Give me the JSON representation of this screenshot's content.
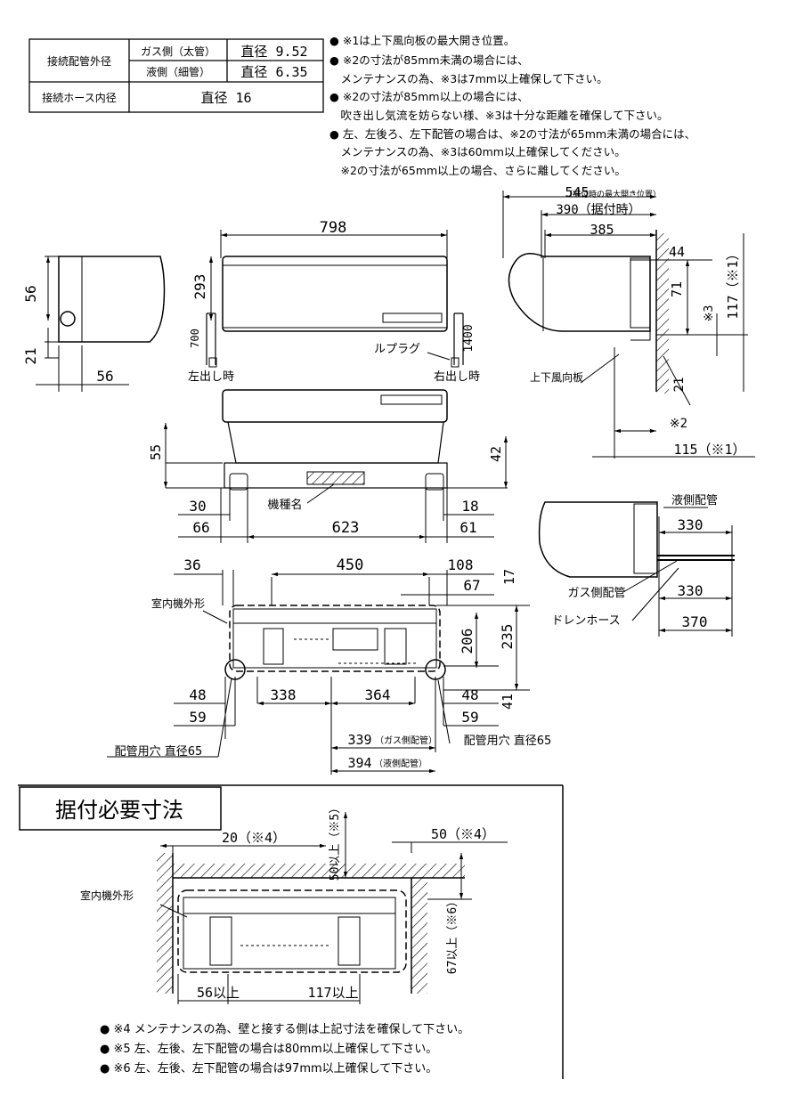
{
  "spec_table": {
    "row1_label": "接続配管外径",
    "row1a_sub": "ガス側（太管）",
    "row1a_val": "直径 9.52",
    "row1b_sub": "液側（細管）",
    "row1b_val": "直径 6.35",
    "row2_label": "接続ホース内径",
    "row2_val": "直径 16"
  },
  "notes_top": [
    "● ※1は上下風向板の最大開き位置。",
    "● ※2の寸法が85mm未満の場合には、",
    "　メンテナンスの為、※3は7mm以上確保して下さい。",
    "● ※2の寸法が85mm以上の場合には、",
    "　吹き出し気流を妨らない様、※3は十分な距離を確保して下さい。",
    "● 左、左後ろ、左下配管の場合は、※2の寸法が65mm未満の場合には、",
    "　メンテナンスの為、※3は60mm以上確保してください。",
    "　※2の寸法が65mm以上の場合、さらに離してください。"
  ],
  "dims": {
    "d545": "545",
    "d545_note": "（据付時の最大開き位置）",
    "d390": "390（据付時）",
    "d385": "385",
    "d798": "798",
    "d293": "293",
    "d56a": "56",
    "d21a": "21",
    "d56b": "56",
    "d700": "700",
    "d1400": "1400",
    "d44": "44",
    "d71": "71",
    "d3": "※3",
    "d117": "117（※1）",
    "d21b": "21",
    "d2": "※2",
    "d115": "115（※1）",
    "d55": "55",
    "d42": "42",
    "d30": "30",
    "d66": "66",
    "d623": "623",
    "d18": "18",
    "d61": "61",
    "d330a": "330",
    "d330b": "330",
    "d370": "370",
    "d36": "36",
    "d450": "450",
    "d108": "108",
    "d17": "17",
    "d67": "67",
    "d206": "206",
    "d235": "235",
    "d41": "41",
    "d48a": "48",
    "d338": "338",
    "d364": "364",
    "d48b": "48",
    "d59a": "59",
    "d59b": "59",
    "d339": "339",
    "d339_note": "（ガス側配管）",
    "d394": "394",
    "d394_note": "（液側配管）"
  },
  "labels": {
    "left_out": "左出し時",
    "right_out": "右出し時",
    "plug": "ルプラグ",
    "louver": "上下風向板",
    "model_name": "機種名",
    "liquid_pipe": "液側配管",
    "gas_pipe": "ガス側配管",
    "drain_hose": "ドレンホース",
    "outline1": "室内機外形",
    "hole_left": "配管用穴 直径65",
    "hole_right": "配管用穴 直径65",
    "outline2": "室内機外形"
  },
  "install": {
    "title": "据付必要寸法",
    "d20": "20（※4）",
    "d50top": "50以上（※5）",
    "d50right": "50（※4）",
    "d67": "67以上（※6）",
    "d56": "56以上",
    "d117": "117以上",
    "notes": [
      "● ※4 メンテナンスの為、壁と接する側は上記寸法を確保して下さい。",
      "● ※5 左、左後、左下配管の場合は80mm以上確保して下さい。",
      "● ※6 左、左後、左下配管の場合は97mm以上確保して下さい。"
    ]
  }
}
